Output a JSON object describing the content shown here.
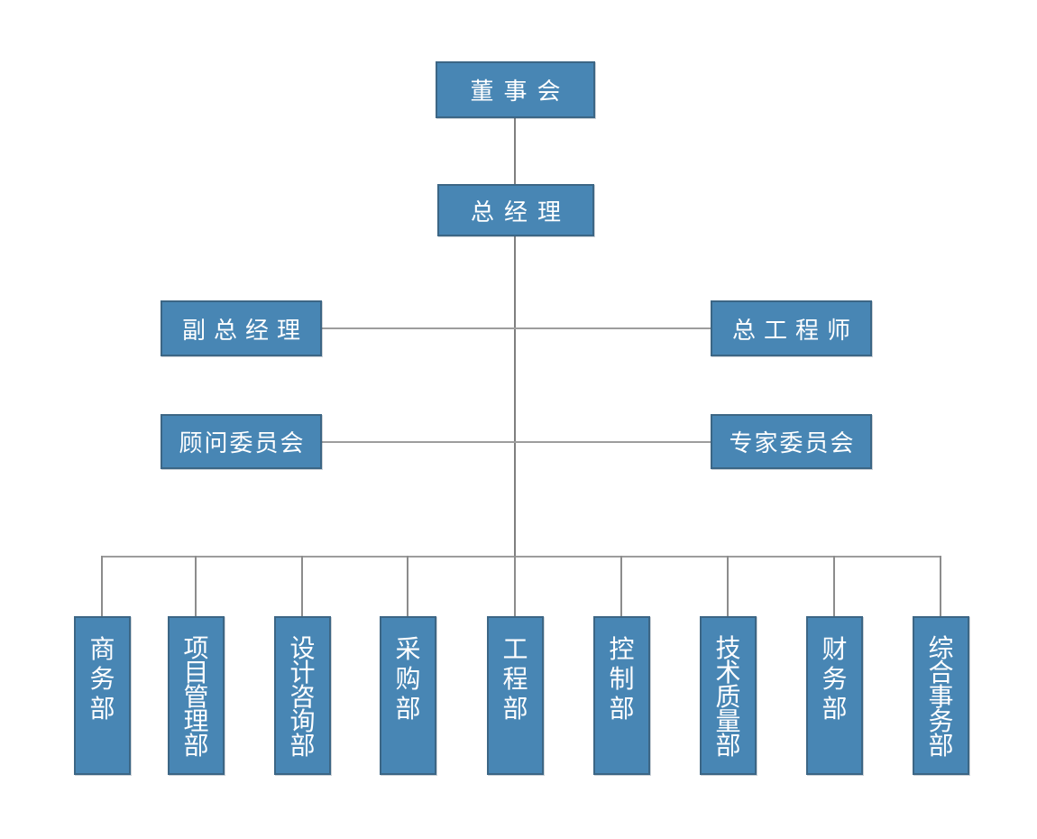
{
  "diagram_type": "org-chart",
  "nodes": {
    "board": {
      "label": "董事会"
    },
    "general_manager": {
      "label": "总经理"
    },
    "deputy_general_manager": {
      "label": "副总经理"
    },
    "chief_engineer": {
      "label": "总工程师"
    },
    "advisory_committee": {
      "label": "顾问委员会"
    },
    "expert_committee": {
      "label": "专家委员会"
    }
  },
  "departments": [
    {
      "label": "商务部"
    },
    {
      "label": "项目管理部"
    },
    {
      "label": "设计咨询部"
    },
    {
      "label": "采购部"
    },
    {
      "label": "工程部"
    },
    {
      "label": "控制部"
    },
    {
      "label": "技术质量部"
    },
    {
      "label": "财务部"
    },
    {
      "label": "综合事务部"
    }
  ],
  "hierarchy": {
    "root": "board",
    "board_reports": [
      "general_manager"
    ],
    "general_manager_side_links": [
      "deputy_general_manager",
      "chief_engineer",
      "advisory_committee",
      "expert_committee"
    ],
    "general_manager_reports": [
      "商务部",
      "项目管理部",
      "设计咨询部",
      "采购部",
      "工程部",
      "控制部",
      "技术质量部",
      "财务部",
      "综合事务部"
    ]
  },
  "colors": {
    "node_fill": "#4886B4",
    "node_border": "#3C6685",
    "node_text": "#FFFFFF",
    "connector": "#8C8C8C",
    "connector_dark": "#7F7F7F",
    "connector_light": "#9D9D9D",
    "background": "#FFFFFF"
  }
}
